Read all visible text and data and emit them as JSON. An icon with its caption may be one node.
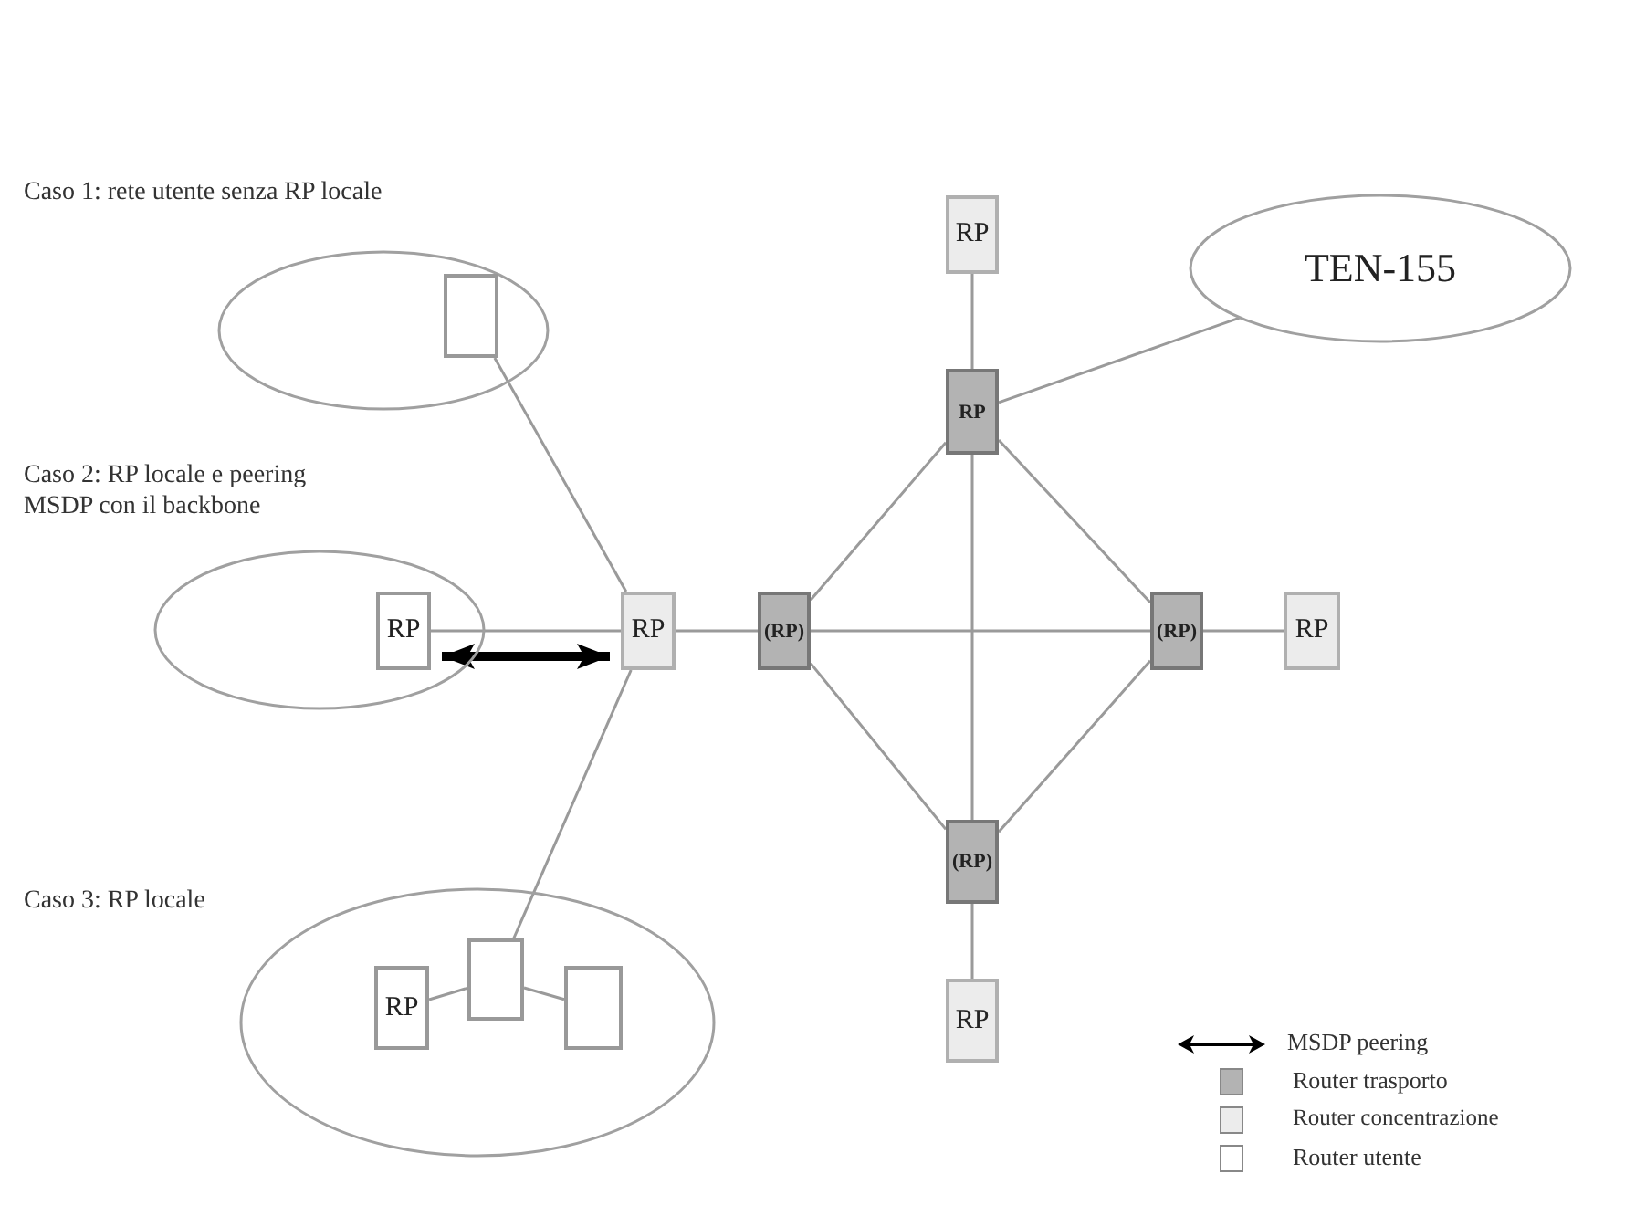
{
  "diagram": {
    "nodes": [
      {
        "text": [],
        "shape": "ellipse",
        "beside": [
          "Caso 1: rete utente senza RP locale"
        ]
      },
      {
        "text": [],
        "shape": "box",
        "in": 0
      },
      {
        "text": [],
        "shape": "ellipse",
        "beside": [
          "Caso 2: RP locale e peering MSDP con il backbone"
        ]
      },
      {
        "text": [
          "RP"
        ],
        "in": 2
      },
      {
        "text": [
          "RP"
        ]
      },
      {
        "text": [
          "(RP)"
        ]
      },
      {
        "text": [
          "RP"
        ]
      },
      {
        "text": [
          "TEN-155"
        ]
      },
      {
        "text": [
          "RP"
        ]
      },
      {
        "text": [
          "(RP)"
        ]
      },
      {
        "text": [
          "RP"
        ]
      },
      {
        "text": [
          "(RP)"
        ]
      },
      {
        "text": [
          "RP"
        ]
      },
      {
        "text": [],
        "shape": "ellipse",
        "beside": [
          "Caso 3: RP locale"
        ]
      },
      {
        "text": [
          "RP"
        ],
        "in": 13
      },
      {
        "text": [],
        "shape": "box",
        "in": 13
      },
      {
        "text": [],
        "shape": "box",
        "in": 13
      }
    ],
    "edges": [
      {
        "from": 1,
        "to": 4,
        "arrow": "none"
      },
      {
        "from": 3,
        "to": 4,
        "arrow": "none"
      },
      {
        "from": 3,
        "to": 4,
        "arrow": "both",
        "style": "thick",
        "color": "#000000"
      },
      {
        "from": 15,
        "to": 4,
        "arrow": "none"
      },
      {
        "from": 4,
        "to": 5,
        "arrow": "none"
      },
      {
        "from": 5,
        "to": 9,
        "arrow": "none"
      },
      {
        "from": 6,
        "to": 8,
        "arrow": "none"
      },
      {
        "from": 8,
        "to": 11,
        "arrow": "none"
      },
      {
        "from": 11,
        "to": 12,
        "arrow": "none"
      },
      {
        "from": 9,
        "to": 10,
        "arrow": "none"
      },
      {
        "from": 8,
        "to": 7,
        "arrow": "none"
      },
      {
        "from": 8,
        "to": 5,
        "arrow": "none"
      },
      {
        "from": 8,
        "to": 9,
        "arrow": "none"
      },
      {
        "from": 5,
        "to": 11,
        "arrow": "none"
      },
      {
        "from": 9,
        "to": 11,
        "arrow": "none"
      },
      {
        "from": 14,
        "to": 15,
        "arrow": "none"
      },
      {
        "from": 15,
        "to": 16,
        "arrow": "none"
      }
    ],
    "legend": [
      {
        "text": "MSDP peering"
      },
      {
        "text": "Router trasporto",
        "color": "#b3b3b3"
      },
      {
        "text": "Router concentrazione",
        "color": "#ececec"
      },
      {
        "text": "Router utente",
        "color": "#ffffff"
      }
    ]
  }
}
